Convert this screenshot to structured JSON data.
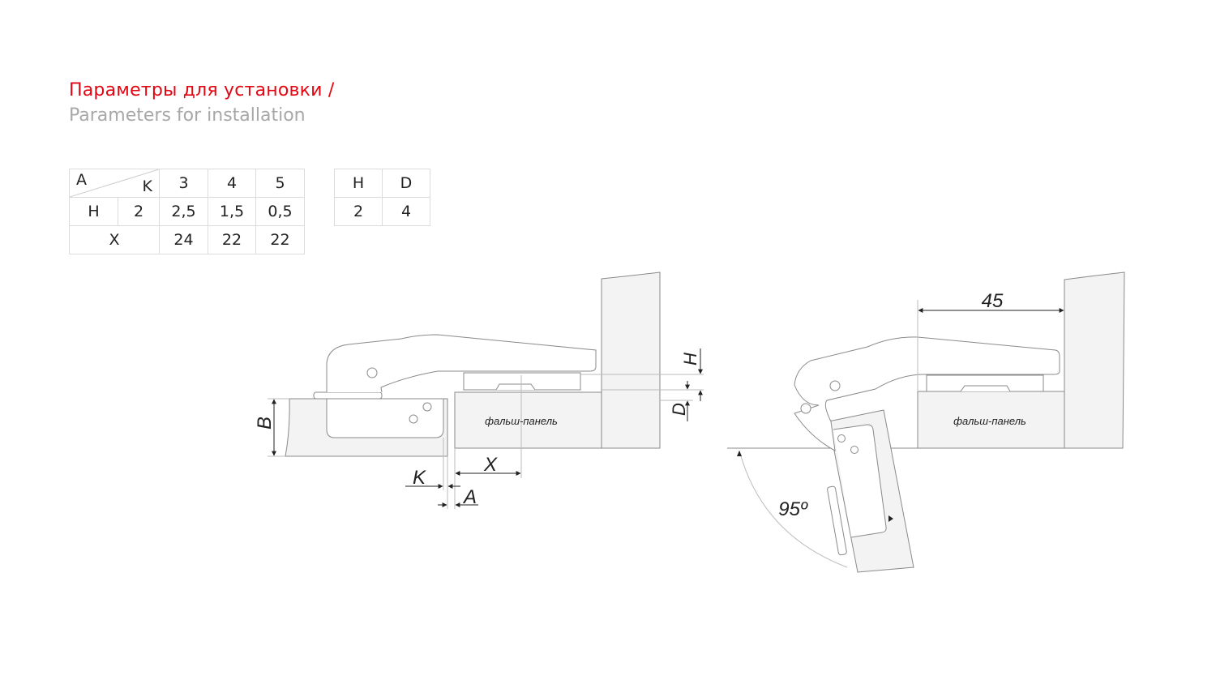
{
  "title": {
    "ru": "Параметры для установки /",
    "en": "Parameters for installation"
  },
  "table_k": {
    "corner_row_label": "A",
    "corner_col_label": "K",
    "k_values": [
      "3",
      "4",
      "5"
    ],
    "h_label": "H",
    "h_value": "2",
    "a_values": [
      "2,5",
      "1,5",
      "0,5"
    ],
    "x_label": "X",
    "x_values": [
      "24",
      "22",
      "22"
    ]
  },
  "table_hd": {
    "headers": [
      "H",
      "D"
    ],
    "values": [
      "2",
      "4"
    ]
  },
  "diagram_closed": {
    "panel_label": "фальш-панель",
    "dims": {
      "B": "B",
      "K": "K",
      "A": "A",
      "X": "X",
      "H": "H",
      "D": "D"
    }
  },
  "diagram_open": {
    "panel_label": "фальш-панель",
    "distance": "45",
    "angle": "95º"
  },
  "colors": {
    "accent": "#e30613",
    "subtitle": "#a8a8a8",
    "line": "#8a8a8a",
    "wood": "#f3f3f3"
  }
}
